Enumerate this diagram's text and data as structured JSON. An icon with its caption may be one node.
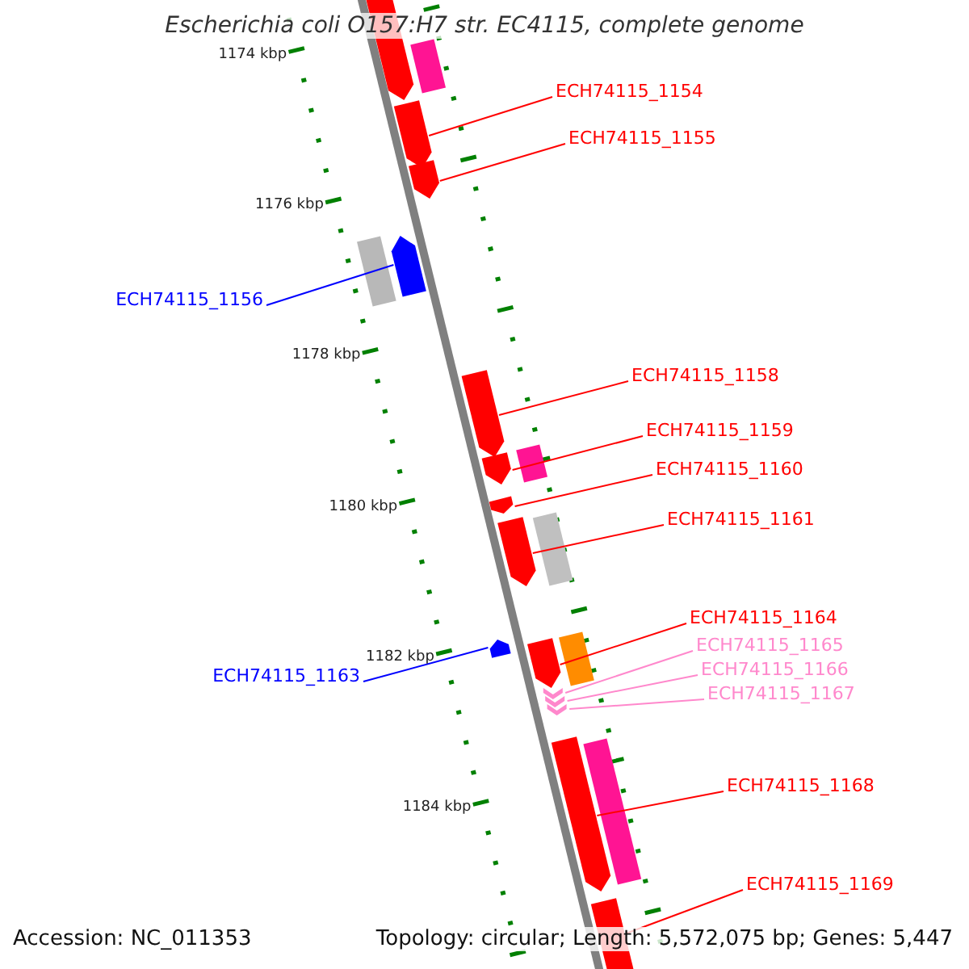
{
  "diagram": {
    "title": "Escherichia coli O157:H7 str. EC4115, complete genome",
    "nodes": [
      {
        "text": [
          "ECH74115_1154"
        ]
      },
      {
        "text": [],
        "shape": "arrow"
      },
      {
        "text": [
          "ECH74115_1155"
        ]
      },
      {
        "text": [],
        "shape": "arrow"
      },
      {
        "text": [
          "ECH74115_1156"
        ]
      },
      {
        "text": [],
        "shape": "arrow"
      },
      {
        "text": [
          "ECH74115_1158"
        ]
      },
      {
        "text": [],
        "shape": "arrow"
      },
      {
        "text": [
          "ECH74115_1159"
        ]
      },
      {
        "text": [],
        "shape": "arrow"
      },
      {
        "text": [
          "ECH74115_1160"
        ]
      },
      {
        "text": [],
        "shape": "arrow"
      },
      {
        "text": [
          "ECH74115_1161"
        ]
      },
      {
        "text": [],
        "shape": "arrow"
      },
      {
        "text": [
          "ECH74115_1163"
        ]
      },
      {
        "text": [],
        "shape": "arrow"
      },
      {
        "text": [
          "ECH74115_1164"
        ]
      },
      {
        "text": [],
        "shape": "arrow"
      },
      {
        "text": [
          "ECH74115_1165"
        ]
      },
      {
        "text": [],
        "shape": "chevron"
      },
      {
        "text": [
          "ECH74115_1166"
        ]
      },
      {
        "text": [],
        "shape": "chevron"
      },
      {
        "text": [
          "ECH74115_1167"
        ]
      },
      {
        "text": [],
        "shape": "chevron"
      },
      {
        "text": [
          "ECH74115_1168"
        ]
      },
      {
        "text": [],
        "shape": "arrow"
      },
      {
        "text": [
          "ECH74115_1169"
        ]
      },
      {
        "text": [],
        "shape": "arrow"
      }
    ],
    "edges": [
      {
        "from": 0,
        "to": 1,
        "arrow": "none"
      },
      {
        "from": 2,
        "to": 3,
        "arrow": "none"
      },
      {
        "from": 4,
        "to": 5,
        "arrow": "none",
        "color": "#0000ff"
      },
      {
        "from": 6,
        "to": 7,
        "arrow": "none"
      },
      {
        "from": 8,
        "to": 9,
        "arrow": "none"
      },
      {
        "from": 10,
        "to": 11,
        "arrow": "none"
      },
      {
        "from": 12,
        "to": 13,
        "arrow": "none"
      },
      {
        "from": 14,
        "to": 15,
        "arrow": "none",
        "color": "#0000ff"
      },
      {
        "from": 16,
        "to": 17,
        "arrow": "none"
      },
      {
        "from": 18,
        "to": 19,
        "arrow": "none",
        "color": "#ff88cc"
      },
      {
        "from": 20,
        "to": 21,
        "arrow": "none",
        "color": "#ff88cc"
      },
      {
        "from": 22,
        "to": 23,
        "arrow": "none",
        "color": "#ff88cc"
      },
      {
        "from": 24,
        "to": 25,
        "arrow": "none"
      },
      {
        "from": 26,
        "to": 27,
        "arrow": "none"
      }
    ],
    "labels": [
      "1174 kbp",
      "1176 kbp",
      "1178 kbp",
      "1180 kbp",
      "1182 kbp",
      "1184 kbp",
      "Accession: NC_011353",
      "Topology: circular; Length: 5,572,075 bp; Genes: 5,447"
    ]
  }
}
